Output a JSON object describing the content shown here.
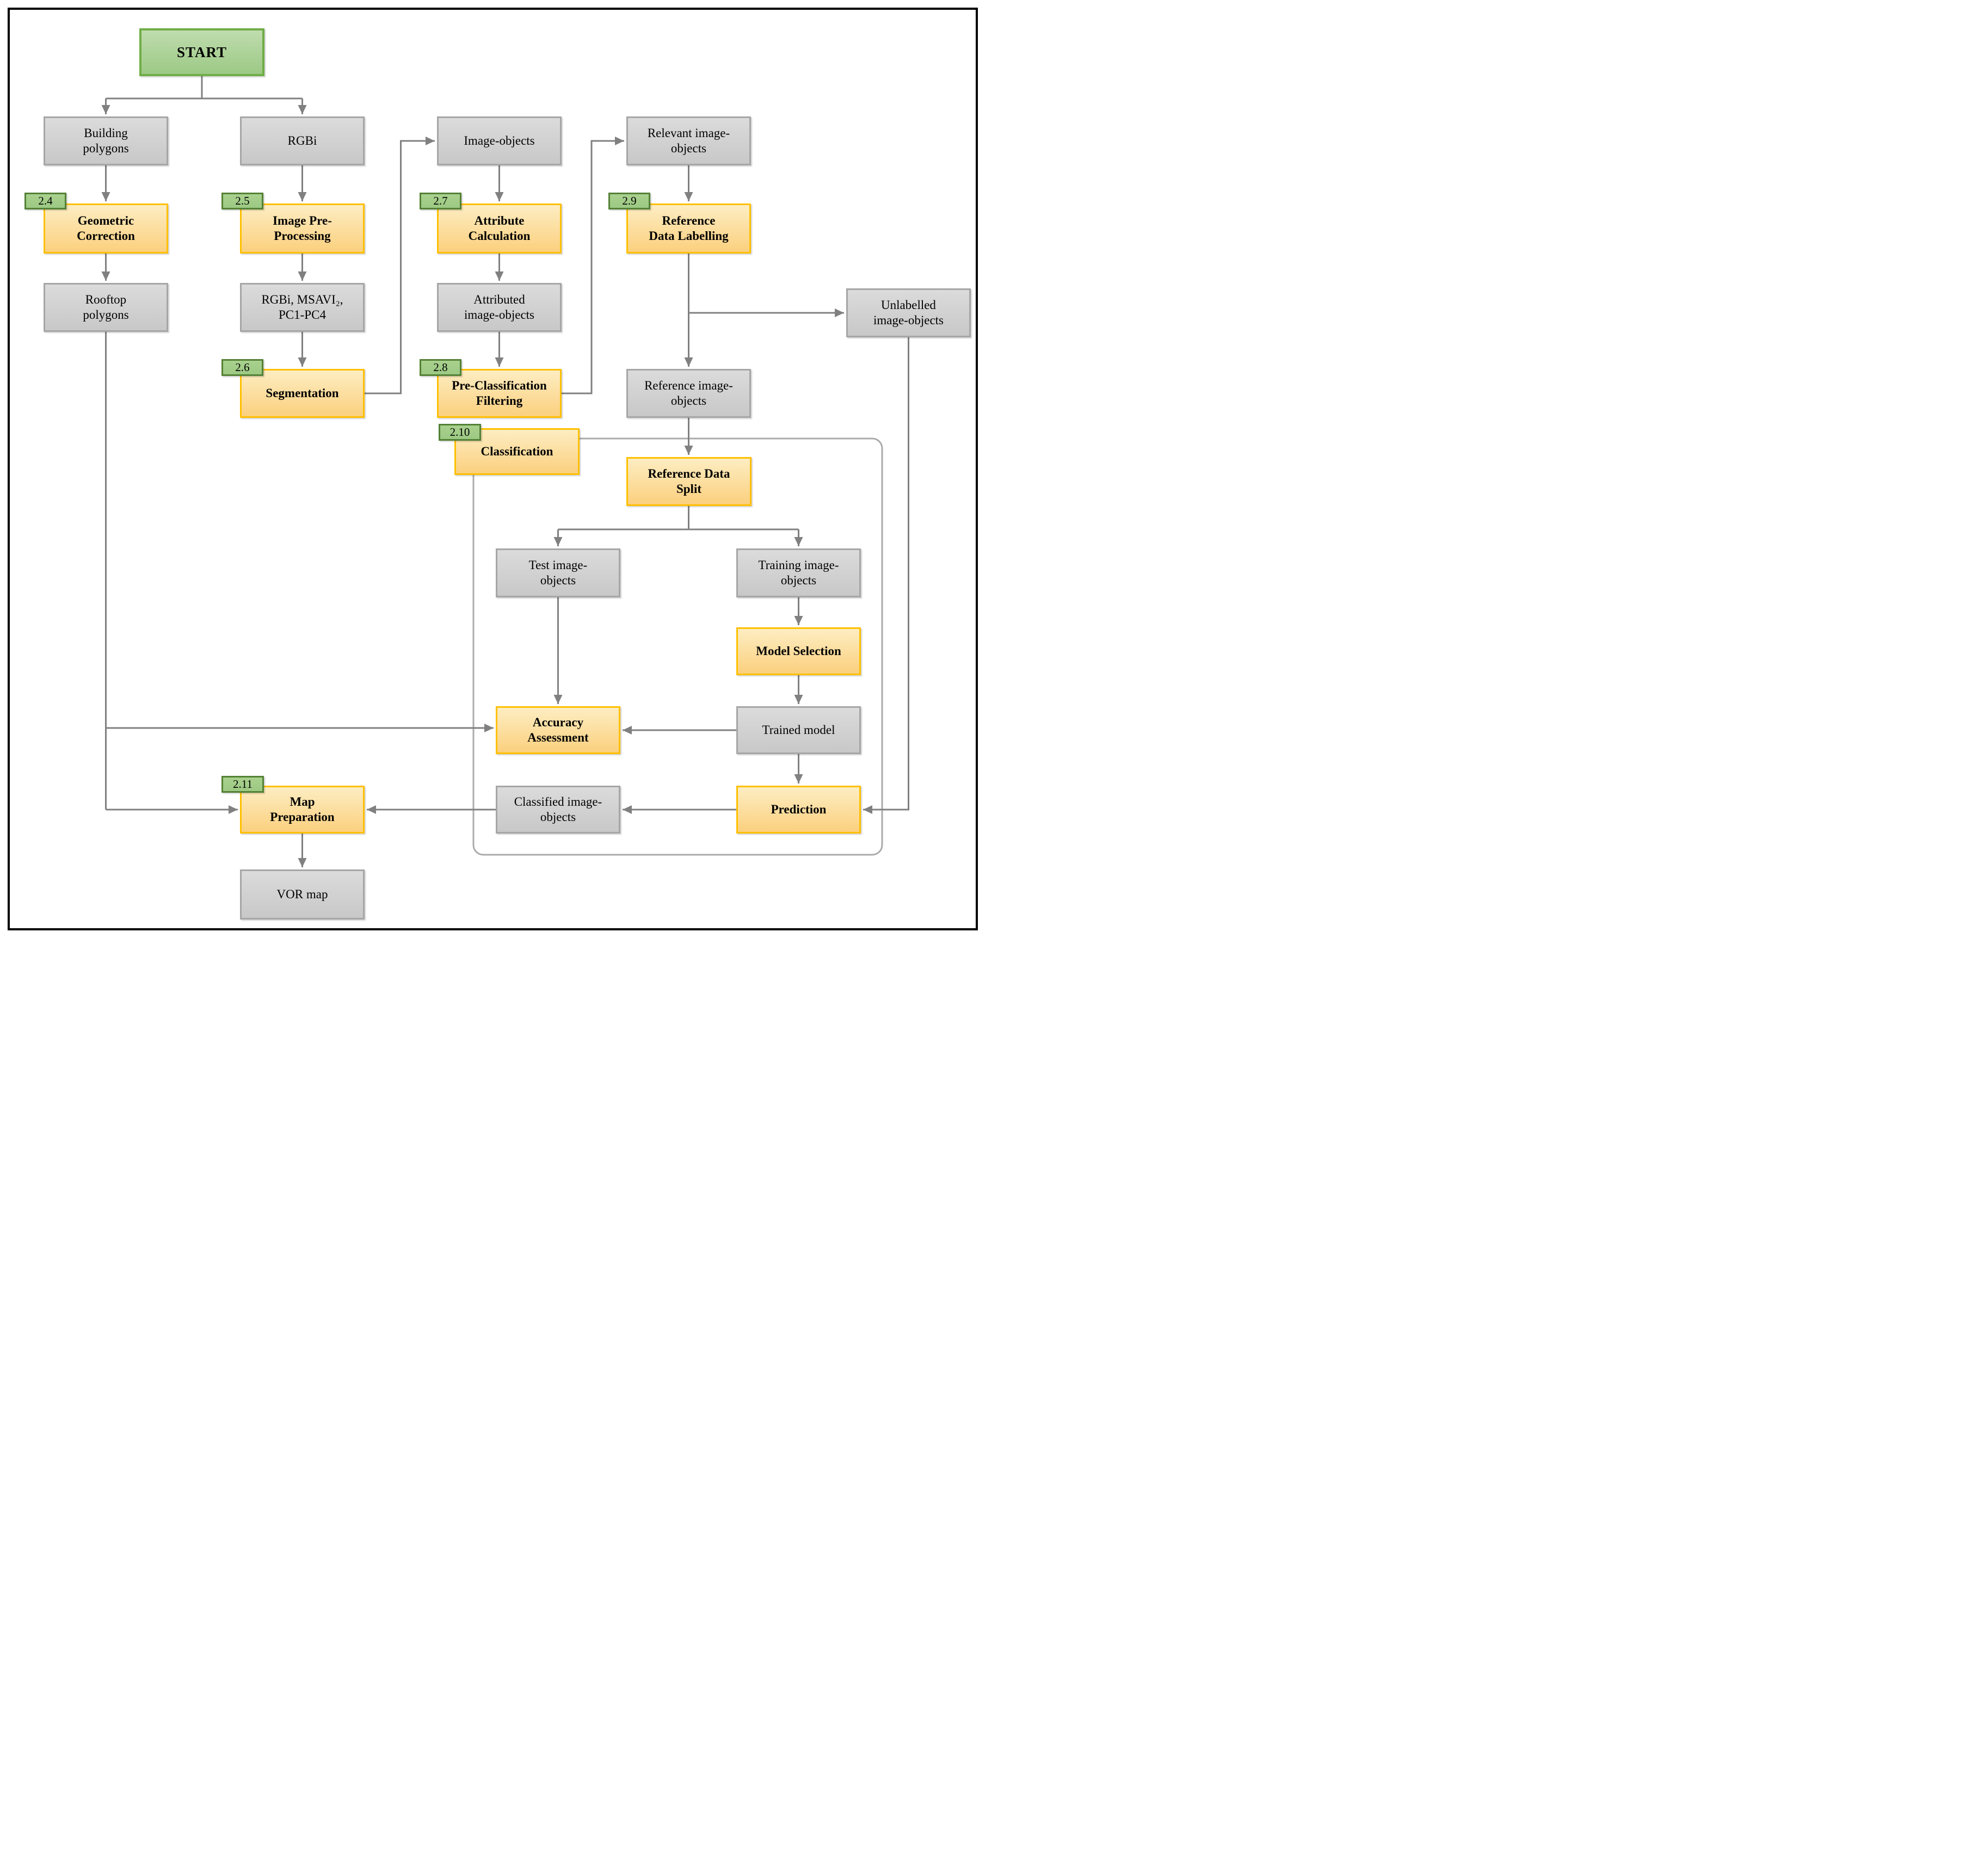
{
  "diagram": {
    "nodes": {
      "start": {
        "label": "START"
      },
      "building": {
        "label": "Building\npolygons"
      },
      "rgbi": {
        "label": "RGBi"
      },
      "image_objects": {
        "label": "Image-objects"
      },
      "relevant": {
        "label": "Relevant image-\nobjects"
      },
      "geometric": {
        "label": "Geometric\nCorrection",
        "tag": "2.4"
      },
      "image_pre": {
        "label": "Image Pre-\nProcessing",
        "tag": "2.5"
      },
      "attribute": {
        "label": "Attribute\nCalculation",
        "tag": "2.7"
      },
      "ref_label": {
        "label": "Reference\nData Labelling",
        "tag": "2.9"
      },
      "rooftop": {
        "label": "Rooftop\npolygons"
      },
      "msavi": {
        "label": "RGBi, MSAVI₂,\nPC1-PC4"
      },
      "attributed": {
        "label": "Attributed\nimage-objects"
      },
      "unlabelled": {
        "label": "Unlabelled\nimage-objects"
      },
      "segmentation": {
        "label": "Segmentation",
        "tag": "2.6"
      },
      "preclass": {
        "label": "Pre-Classification\nFiltering",
        "tag": "2.8"
      },
      "ref_image": {
        "label": "Reference image-\nobjects"
      },
      "classification": {
        "label": "Classification",
        "tag": "2.10"
      },
      "rds": {
        "label": "Reference Data\nSplit"
      },
      "test": {
        "label": "Test image-\nobjects"
      },
      "training": {
        "label": "Training image-\nobjects"
      },
      "model": {
        "label": "Model Selection"
      },
      "trained": {
        "label": "Trained model"
      },
      "aa": {
        "label": "Accuracy\nAssessment"
      },
      "prediction": {
        "label": "Prediction"
      },
      "classified": {
        "label": "Classified image-\nobjects"
      },
      "map_prep": {
        "label": "Map\nPreparation",
        "tag": "2.11"
      },
      "vor": {
        "label": "VOR map"
      }
    },
    "edges": [
      "start->building",
      "start->rgbi",
      "building->geometric",
      "geometric->rooftop",
      "rgbi->image_pre",
      "image_pre->msavi",
      "msavi->segmentation",
      "segmentation->image_objects",
      "image_objects->attribute",
      "attribute->attributed",
      "attributed->preclass",
      "preclass->relevant",
      "relevant->ref_label",
      "ref_label->unlabelled",
      "ref_label->ref_image",
      "ref_image->rds",
      "rds->test",
      "rds->training",
      "test->aa",
      "training->model",
      "model->trained",
      "trained->aa",
      "trained->prediction",
      "unlabelled->prediction",
      "prediction->classified",
      "classified->map_prep",
      "rooftop->aa",
      "rooftop->map_prep",
      "map_prep->vor"
    ],
    "colors": {
      "start_fill_top": "#BFDCAE",
      "start_fill_bottom": "#9CC985",
      "start_border": "#70AD47",
      "tag_fill": "#A9D18E",
      "tag_border": "#538135",
      "process_fill_top": "#FDEDC2",
      "process_fill_bottom": "#FBD07E",
      "process_border": "#FFC000",
      "data_fill_top": "#DBDBDB",
      "data_fill_bottom": "#C8C8C8",
      "data_border": "#A6A6A6",
      "line": "#808080",
      "container_border": "#ABABAB",
      "frame": "#000000",
      "text": "#000000"
    }
  }
}
